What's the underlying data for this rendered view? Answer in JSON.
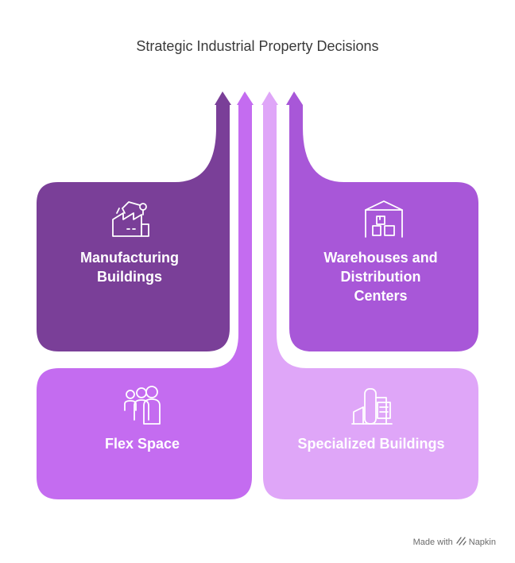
{
  "title": "Strategic Industrial Property Decisions",
  "cards": {
    "manufacturing": {
      "label_line1": "Manufacturing",
      "label_line2": "Buildings",
      "icon": "factory-icon",
      "color": "#7a3f98"
    },
    "warehouses": {
      "label_line1": "Warehouses and",
      "label_line2": "Distribution",
      "label_line3": "Centers",
      "icon": "warehouse-icon",
      "color": "#a857d8"
    },
    "flex": {
      "label": "Flex Space",
      "icon": "people-icon",
      "color": "#c46cf0"
    },
    "specialized": {
      "label": "Specialized Buildings",
      "icon": "building-icon",
      "color": "#dfa6f8"
    }
  },
  "footer": {
    "made_with": "Made with",
    "brand": "Napkin"
  }
}
